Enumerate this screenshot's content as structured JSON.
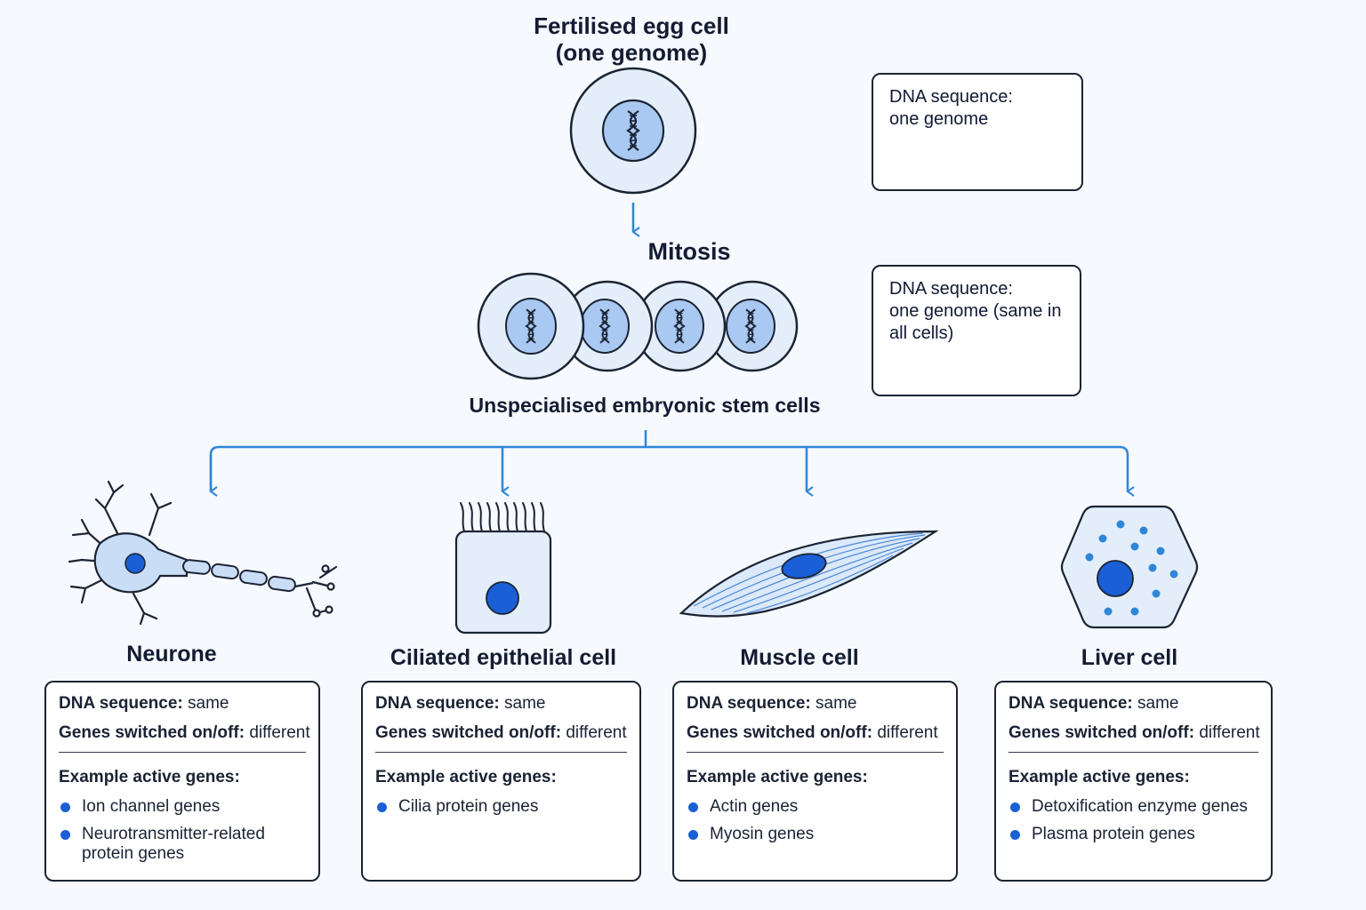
{
  "egg": {
    "title_line1": "Fertilised egg cell",
    "title_line2": "(one genome)"
  },
  "mitosis_label": "Mitosis",
  "stem_label": "Unspecialised embryonic stem cells",
  "dna_box_1": {
    "line1": "DNA sequence:",
    "line2": "one genome"
  },
  "dna_box_2": {
    "line1": "DNA sequence:",
    "line2": "one genome (same in",
    "line3": "all cells)"
  },
  "cells": [
    {
      "title": "Neurone",
      "dna_label": "DNA sequence:",
      "dna_value": "same",
      "genes_label": "Genes switched on/off:",
      "genes_value": "different",
      "example_label": "Example active genes:",
      "genes": [
        "Ion channel genes",
        "Neurotransmitter-related protein genes"
      ]
    },
    {
      "title": "Ciliated epithelial cell",
      "dna_label": "DNA sequence:",
      "dna_value": "same",
      "genes_label": "Genes switched on/off:",
      "genes_value": "different",
      "example_label": "Example active genes:",
      "genes": [
        "Cilia protein genes"
      ]
    },
    {
      "title": "Muscle cell",
      "dna_label": "DNA sequence:",
      "dna_value": "same",
      "genes_label": "Genes switched on/off:",
      "genes_value": "different",
      "example_label": "Example active genes:",
      "genes": [
        "Actin genes",
        "Myosin genes"
      ]
    },
    {
      "title": "Liver cell",
      "dna_label": "DNA sequence:",
      "dna_value": "same",
      "genes_label": "Genes switched on/off:",
      "genes_value": "different",
      "example_label": "Example active genes:",
      "genes": [
        "Detoxification enzyme genes",
        "Plasma protein genes"
      ]
    }
  ],
  "colors": {
    "accent_blue": "#2f86d8",
    "nucleus_blue": "#1a5fd6",
    "cell_fill": "#dbe9fb",
    "nucleus_fill": "#a9c8f2",
    "outline": "#1b2433"
  }
}
